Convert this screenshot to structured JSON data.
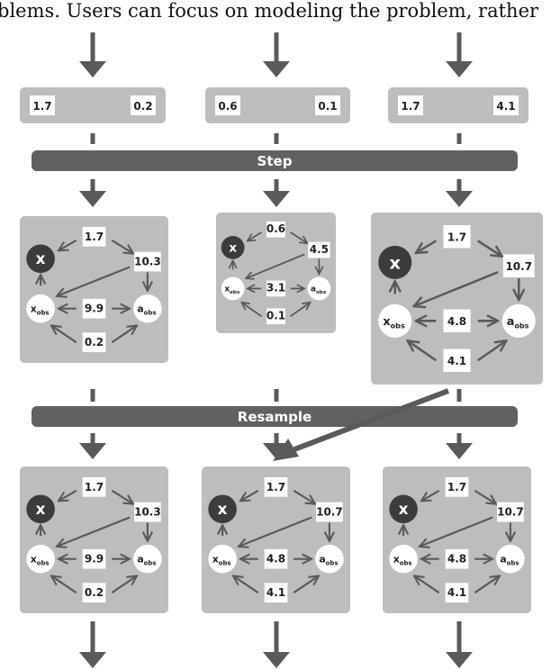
{
  "caption": "blems. Users can focus on modeling the problem, rather",
  "bars": {
    "step": "Step",
    "resample": "Resample"
  },
  "nodes": {
    "x": "x",
    "x_obs_main": "x",
    "a_obs_main": "a",
    "sub": "obs"
  },
  "initial_particles": [
    {
      "left": "1.7",
      "right": "0.2"
    },
    {
      "left": "0.6",
      "right": "0.1"
    },
    {
      "left": "1.7",
      "right": "4.1"
    }
  ],
  "step_particles": [
    {
      "top": "1.7",
      "corner": "10.3",
      "center": "9.9",
      "bottom": "0.2"
    },
    {
      "top": "0.6",
      "corner": "4.5",
      "center": "3.1",
      "bottom": "0.1"
    },
    {
      "top": "1.7",
      "corner": "10.7",
      "center": "4.8",
      "bottom": "4.1"
    }
  ],
  "resample_particles": [
    {
      "top": "1.7",
      "corner": "10.3",
      "center": "9.9",
      "bottom": "0.2"
    },
    {
      "top": "1.7",
      "corner": "10.7",
      "center": "4.8",
      "bottom": "4.1"
    },
    {
      "top": "1.7",
      "corner": "10.7",
      "center": "4.8",
      "bottom": "4.1"
    }
  ],
  "colors": {
    "panel": "#bdbdbd",
    "bar": "#616161",
    "arrow": "#5a5a5a",
    "node_dark": "#3c3c3c",
    "node_light": "#ffffff"
  }
}
